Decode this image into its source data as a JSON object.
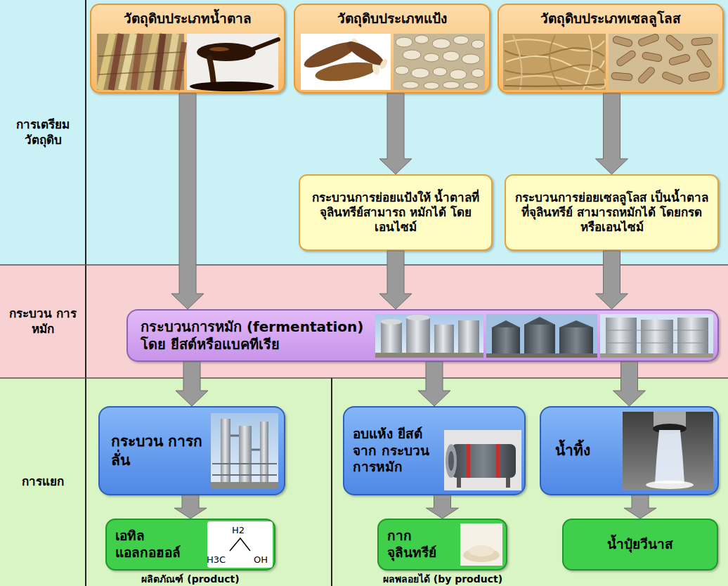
{
  "diagram": {
    "nodes": [
      {
        "text": [
          "การเตรียม วัตถุดิบ"
        ]
      },
      {
        "text": [
          "วัตถุดิบประเภทน้ำตาล"
        ],
        "in": 0
      },
      {
        "text": [
          "วัตถุดิบประเภทแป้ง"
        ],
        "in": 0
      },
      {
        "text": [
          "วัตถุดิบประเภทเซลลูโลส"
        ],
        "in": 0
      },
      {
        "text": [
          "กระบวนการย่อยแป้งให้ น้ำตาลที่จุลินทรีย์สามารถ หมักได้ โดยเอนไซม์"
        ],
        "in": 0
      },
      {
        "text": [
          "กระบวนการย่อยเซลลูโลส เป็นน้ำตาลที่จุลินทรีย์ สามารถหมักได้ โดยกรด หรือเอนไซม์"
        ],
        "in": 0
      },
      {
        "text": [
          "กระบวน การหมัก"
        ]
      },
      {
        "text": [
          "กระบวนการหมัก (fermentation) โดย ยีสต์หรือแบคทีเรีย"
        ],
        "in": 6
      },
      {
        "text": [
          "การแยก"
        ]
      },
      {
        "text": [
          "กระบวน การกลั่น"
        ],
        "in": 8
      },
      {
        "text": [
          "อบแห้ง ยีสต์จาก กระบวน การหมัก"
        ],
        "in": 8
      },
      {
        "text": [
          "น้ำทิ้ง"
        ],
        "in": 8
      },
      {
        "text": [
          "เอทิล แอลกอฮอล์"
        ],
        "in": 8
      },
      {
        "text": [
          "กาก จุลินทรีย์"
        ],
        "in": 8
      },
      {
        "text": [
          "น้ำปุ๋ยวีนาส"
        ],
        "in": 8
      }
    ],
    "edges": [
      {
        "from": 1,
        "to": 7,
        "arrow": "to"
      },
      {
        "from": 2,
        "to": 4,
        "arrow": "to"
      },
      {
        "from": 3,
        "to": 5,
        "arrow": "to"
      },
      {
        "from": 4,
        "to": 7,
        "arrow": "to"
      },
      {
        "from": 5,
        "to": 7,
        "arrow": "to"
      },
      {
        "from": 7,
        "to": 9,
        "arrow": "to"
      },
      {
        "from": 7,
        "to": 10,
        "arrow": "to"
      },
      {
        "from": 7,
        "to": 11,
        "arrow": "to"
      },
      {
        "from": 9,
        "to": 12,
        "arrow": "to"
      },
      {
        "from": 10,
        "to": 13,
        "arrow": "to"
      },
      {
        "from": 11,
        "to": 14,
        "arrow": "to"
      }
    ],
    "labels": [
      "H2",
      "H3C",
      "OH",
      "ผลิตภัณฑ์ (product)",
      "ผลพลอยได้ (by product)"
    ]
  }
}
